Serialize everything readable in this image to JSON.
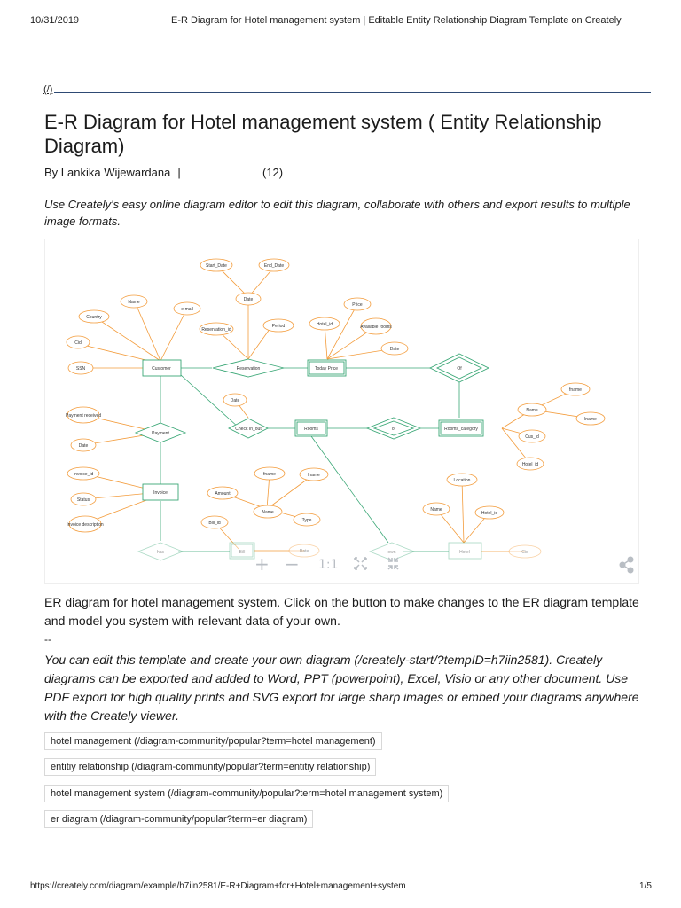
{
  "print_header": {
    "date": "10/31/2019",
    "title": "E-R Diagram for Hotel management system | Editable Entity Relationship Diagram Template on Creately"
  },
  "nav": {
    "home_link": "(/)"
  },
  "page_title": "E-R Diagram for Hotel management system ( Entity Relationship Diagram)",
  "byline": {
    "author": "By Lankika Wijewardana",
    "separator": "|",
    "rating_count": "(12)"
  },
  "intro": "Use Creately's easy online diagram editor to edit this diagram, collaborate with others and export results to multiple image formats.",
  "diagram": {
    "entities": {
      "customer": "Customer",
      "reservation": "Reservation",
      "today_price": "Today Price",
      "of_top": "Of",
      "payment": "Payment",
      "check_in_out": "Check In_out",
      "rooms": "Rooms",
      "of_mid": "of",
      "rooms_category": "Rooms_category",
      "invoice": "Invoice",
      "has": "has",
      "bill": "Bill",
      "own": "own",
      "hotel": "Hotel"
    },
    "attributes": {
      "start_date": "Start_Date",
      "end_date": "End_Date",
      "date_res": "Date",
      "name_cust": "Name",
      "email": "e-mail",
      "country": "Country",
      "cid": "Cid",
      "ssn": "SSN",
      "reservation_id": "Reservation_id",
      "period": "Period",
      "hotel_id_tp": "Hotel_id",
      "price": "Price",
      "available_rooms": "Available rooms",
      "date_tp": "Date",
      "date_check": "Date",
      "payment_received": "Payment received",
      "date_pay": "Date",
      "invoice_id": "Invoice_id",
      "status": "Status",
      "invoice_description": "Invoice description",
      "fname_bill": "fname",
      "lname_bill": "lname",
      "amount": "Amount",
      "name_bill": "Name",
      "type": "Type",
      "bill_id": "Bill_id",
      "date_bill": "Date",
      "fname_cat": "fname",
      "lname_cat": "lname",
      "name_cat": "Name",
      "cus_id": "Cus_id",
      "hotel_id_cat": "Hotel_id",
      "location": "Location",
      "name_hotel": "Name",
      "hotel_id_h": "Hotel_id",
      "cid_hotel": "Cid"
    },
    "controls": {
      "zoom_in": "+",
      "zoom_out": "−",
      "actual_size": "1:1"
    },
    "colors": {
      "entity": "#3aa776",
      "attribute": "#f39c3c",
      "faded": "#c9eadb"
    }
  },
  "description": "ER diagram for hotel management system. Click on the button to make changes to the ER diagram template and model you system with relevant data of your own.",
  "separator": "--",
  "edit_note": "You can edit this template and create your own diagram (/creately-start/?tempID=h7iin2581). Creately diagrams can be exported and added to Word, PPT (powerpoint), Excel, Visio or any other document. Use PDF export for high quality prints and SVG export for large sharp images or embed your diagrams anywhere with the Creately viewer.",
  "tags": [
    "hotel management (/diagram-community/popular?term=hotel management)",
    "entitiy relationship (/diagram-community/popular?term=entitiy relationship)",
    "hotel management system (/diagram-community/popular?term=hotel management system)",
    "er diagram (/diagram-community/popular?term=er diagram)"
  ],
  "print_footer": {
    "url": "https://creately.com/diagram/example/h7iin2581/E-R+Diagram+for+Hotel+management+system",
    "page": "1/5"
  }
}
